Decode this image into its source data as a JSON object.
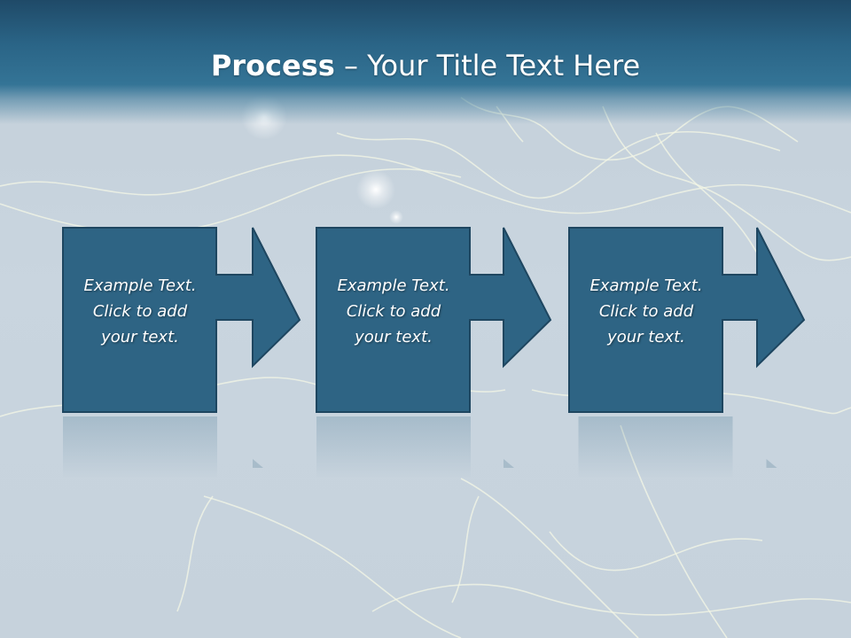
{
  "slide": {
    "title_bold": "Process",
    "title_rest": " – Your Title Text Here"
  },
  "steps": [
    {
      "line1": "Example Text.",
      "line2": "Click  to add",
      "line3": "your text."
    },
    {
      "line1": "Example Text.",
      "line2": "Click  to add",
      "line3": "your text."
    },
    {
      "line1": "Example Text.",
      "line2": "Click  to add",
      "line3": "your text."
    }
  ],
  "colors": {
    "box_fill": "#2e6484",
    "box_stroke": "#1e4660",
    "header": "#2a6486",
    "background": "#c6d2dc"
  }
}
